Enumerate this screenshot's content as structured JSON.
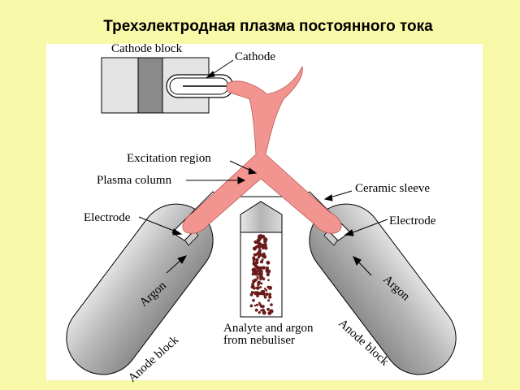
{
  "title": "Трехэлектродная плазма постоянного тока",
  "labels": {
    "cathode_block": "Cathode block",
    "cathode": "Cathode",
    "excitation_region": "Excitation region",
    "plasma_column": "Plasma column",
    "ceramic_sleeve": "Ceramic sleeve",
    "electrode_left": "Electrode",
    "electrode_right": "Electrode",
    "argon_left": "Argon",
    "argon_right": "Argon",
    "anode_block_left": "Anode block",
    "anode_block_right": "Anode block",
    "analyte_line1": "Analyte and argon",
    "analyte_line2": "from nebuliser"
  },
  "colors": {
    "background": "#f8f9a8",
    "plasma": "#f2948f",
    "anode_body": "#b8b8b8",
    "droplets": "#6b1a1a"
  }
}
